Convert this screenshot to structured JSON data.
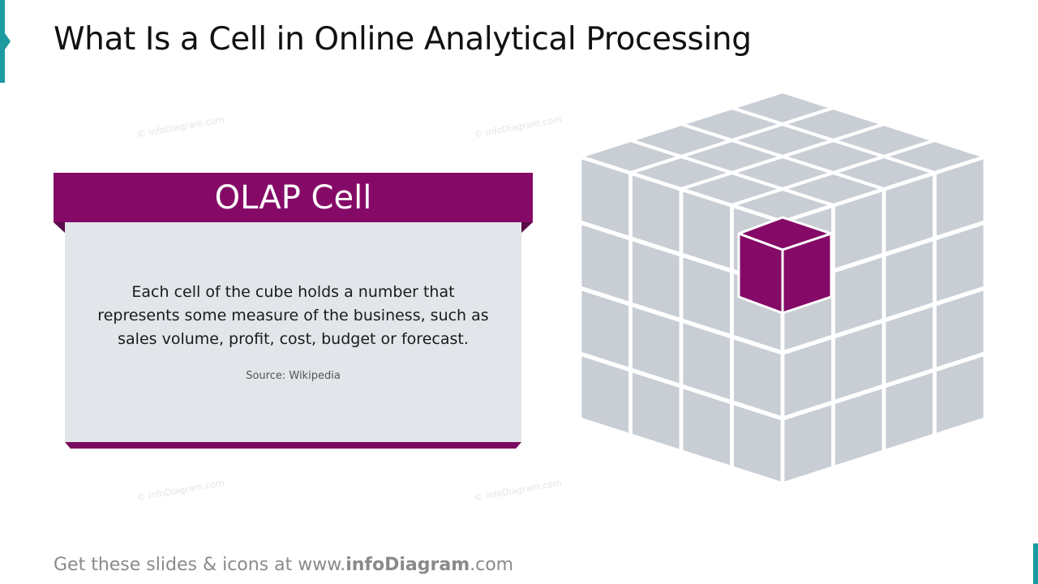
{
  "header": {
    "title": "What Is a Cell in Online Analytical Processing"
  },
  "card": {
    "heading": "OLAP Cell",
    "body": "Each cell of the cube holds a number that represents some measure of the business, such as sales volume, profit, cost, budget or forecast.",
    "source": "Source: Wikipedia"
  },
  "diagram": {
    "grid_size": 4,
    "highlighted_cell": {
      "row": 1,
      "col": 3,
      "layer": 1
    },
    "colors": {
      "cell": "#c9ced5",
      "highlight": "#850a67",
      "highlight_dark": "#6e0955",
      "gap": "#ffffff"
    }
  },
  "watermark": "© infoDiagram.com",
  "footer": {
    "prefix": "Get these slides & icons at www.",
    "brand": "infoDiagram",
    "suffix": ".com"
  },
  "colors": {
    "accent": "#1b9aa0",
    "brand": "#850a67"
  }
}
